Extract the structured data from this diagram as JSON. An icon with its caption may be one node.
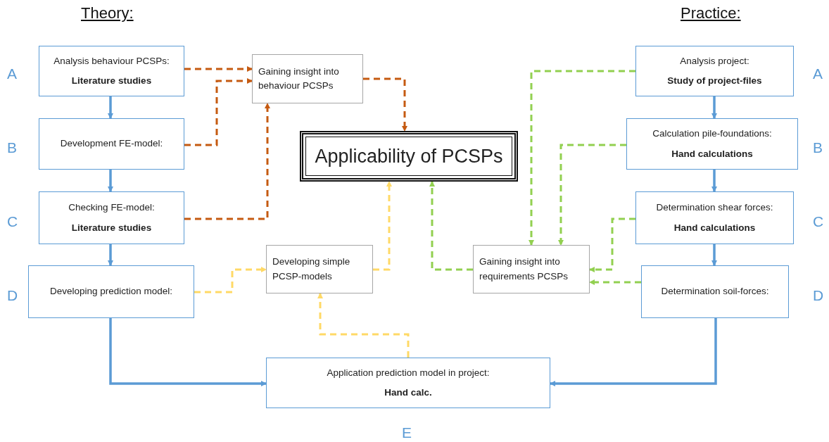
{
  "diagram": {
    "nodes": [
      {
        "text": [
          "Analysis behaviour PCSPs:",
          "Literature studies"
        ]
      },
      {
        "text": [
          "Development FE-model:"
        ]
      },
      {
        "text": [
          "Checking FE-model:",
          "Literature studies"
        ]
      },
      {
        "text": [
          "Developing prediction model:"
        ]
      },
      {
        "text": [
          "Gaining insight into behaviour PCSPs"
        ]
      },
      {
        "text": [
          "Applicability of PCSPs"
        ]
      },
      {
        "text": [
          "Developing simple PCSP-models"
        ]
      },
      {
        "text": [
          "Application prediction model in project:",
          "Hand calc."
        ]
      },
      {
        "text": [
          "Analysis project:",
          "Study of project-files"
        ]
      },
      {
        "text": [
          "Calculation pile-foundations:",
          "Hand calculations"
        ]
      },
      {
        "text": [
          "Determination shear forces:",
          "Hand calculations"
        ]
      },
      {
        "text": [
          "Determination soil-forces:"
        ]
      },
      {
        "text": [
          "Gaining insight into requirements PCSPs"
        ]
      }
    ],
    "edges": [
      {
        "from": 0,
        "to": 1,
        "arrow": "to",
        "color": "#5b9bd5"
      },
      {
        "from": 1,
        "to": 2,
        "arrow": "to",
        "color": "#5b9bd5"
      },
      {
        "from": 2,
        "to": 3,
        "arrow": "to",
        "color": "#5b9bd5"
      },
      {
        "from": 3,
        "to": 7,
        "arrow": "to",
        "color": "#5b9bd5"
      },
      {
        "from": 8,
        "to": 9,
        "arrow": "to",
        "color": "#5b9bd5"
      },
      {
        "from": 9,
        "to": 10,
        "arrow": "to",
        "color": "#5b9bd5"
      },
      {
        "from": 10,
        "to": 11,
        "arrow": "to",
        "color": "#5b9bd5"
      },
      {
        "from": 11,
        "to": 7,
        "arrow": "to",
        "color": "#5b9bd5"
      },
      {
        "from": 0,
        "to": 4,
        "arrow": "to",
        "style": "dashed",
        "color": "#c55a11"
      },
      {
        "from": 1,
        "to": 4,
        "arrow": "to",
        "style": "dashed",
        "color": "#c55a11"
      },
      {
        "from": 2,
        "to": 4,
        "arrow": "to",
        "style": "dashed",
        "color": "#c55a11"
      },
      {
        "from": 4,
        "to": 5,
        "arrow": "to",
        "style": "dashed",
        "color": "#c55a11"
      },
      {
        "from": 3,
        "to": 6,
        "arrow": "to",
        "style": "dashed",
        "color": "#ffd966"
      },
      {
        "from": 6,
        "to": 5,
        "arrow": "to",
        "style": "dashed",
        "color": "#ffd966"
      },
      {
        "from": 7,
        "to": 6,
        "arrow": "to",
        "style": "dashed",
        "color": "#ffd966"
      },
      {
        "from": 8,
        "to": 12,
        "arrow": "to",
        "style": "dashed",
        "color": "#92d050"
      },
      {
        "from": 9,
        "to": 12,
        "arrow": "to",
        "style": "dashed",
        "color": "#92d050"
      },
      {
        "from": 10,
        "to": 12,
        "arrow": "to",
        "style": "dashed",
        "color": "#92d050"
      },
      {
        "from": 11,
        "to": 12,
        "arrow": "to",
        "style": "dashed",
        "color": "#92d050"
      },
      {
        "from": 12,
        "to": 5,
        "arrow": "to",
        "style": "dashed",
        "color": "#92d050"
      }
    ],
    "labels": [
      "Theory:",
      "Practice:",
      "A",
      "A",
      "B",
      "B",
      "C",
      "C",
      "D",
      "D",
      "E"
    ]
  }
}
